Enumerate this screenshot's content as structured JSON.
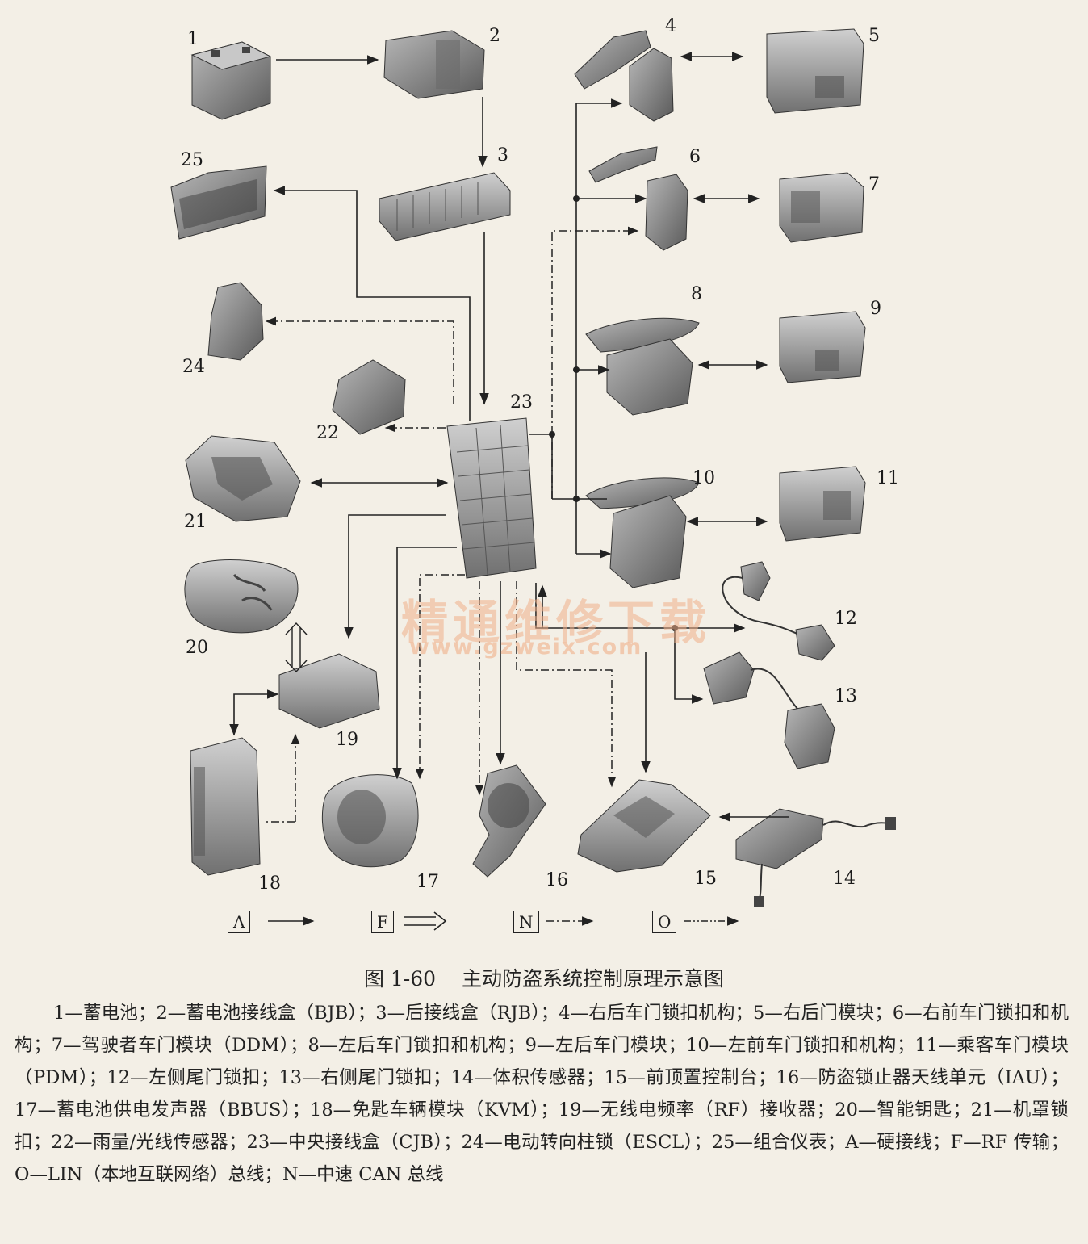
{
  "figure": {
    "number": "图 1-60",
    "title": "主动防盗系统控制原理示意图"
  },
  "watermark": {
    "cn": "精通维修下载",
    "url": "www.gzweix.com"
  },
  "labels": [
    "1",
    "2",
    "3",
    "4",
    "5",
    "6",
    "7",
    "8",
    "9",
    "10",
    "11",
    "12",
    "13",
    "14",
    "15",
    "16",
    "17",
    "18",
    "19",
    "20",
    "21",
    "22",
    "23",
    "24",
    "25"
  ],
  "legend": [
    {
      "key": "A",
      "style": "solid"
    },
    {
      "key": "F",
      "style": "double"
    },
    {
      "key": "N",
      "style": "dash-dot"
    },
    {
      "key": "O",
      "style": "dash-dot-dot"
    }
  ],
  "caption": "1—蓄电池；2—蓄电池接线盒（BJB）；3—后接线盒（RJB）；4—右后车门锁扣机构；5—右后门模块；6—右前车门锁扣和机构；7—驾驶者车门模块（DDM）；8—左后车门锁扣和机构；9—左后车门模块；10—左前车门锁扣和机构；11—乘客车门模块（PDM）；12—左侧尾门锁扣；13—右侧尾门锁扣；14—体积传感器；15—前顶置控制台；16—防盗锁止器天线单元（IAU）；17—蓄电池供电发声器（BBUS）；18—免匙车辆模块（KVM）；19—无线电频率（RF）接收器；20—智能钥匙；21—机罩锁扣；22—雨量/光线传感器；23—中央接线盒（CJB）；24—电动转向柱锁（ESCL）；25—组合仪表；A—硬接线；F—RF 传输；O—LIN（本地互联网络）总线；N—中速 CAN 总线",
  "colors": {
    "ink": "#222222",
    "part": "#8c8c8c",
    "part_dark": "#4a4a4a",
    "watermark": "#f1b08a"
  }
}
